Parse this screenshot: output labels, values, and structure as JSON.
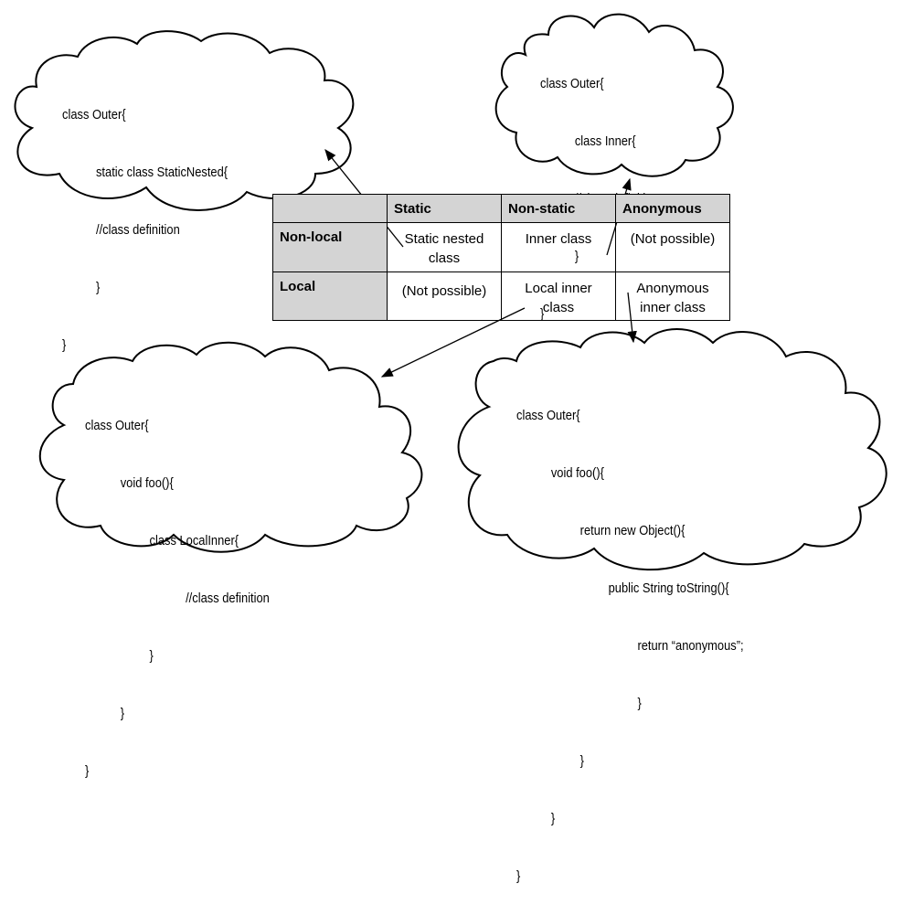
{
  "table": {
    "col_headers": [
      "Static",
      "Non-static",
      "Anonymous"
    ],
    "rows": [
      {
        "header": "Non-local",
        "cells": [
          "Static nested\nclass",
          "Inner class",
          "(Not possible)"
        ]
      },
      {
        "header": "Local",
        "cells": [
          "(Not possible)",
          "Local inner\nclass",
          "Anonymous\ninner class"
        ]
      }
    ]
  },
  "clouds": {
    "static_nested": {
      "lines": [
        "class Outer{",
        "static class StaticNested{",
        "//class definition",
        "}",
        "}"
      ]
    },
    "inner": {
      "lines": [
        "class Outer{",
        "class Inner{",
        "//class definition",
        "}",
        "}"
      ]
    },
    "local_inner": {
      "lines": [
        "class Outer{",
        "void foo(){",
        "class LocalInner{",
        "//class definition",
        "}",
        "}",
        "}"
      ]
    },
    "anonymous": {
      "lines": [
        "class Outer{",
        "void foo(){",
        "return new Object(){",
        "public String toString(){",
        "return “anonymous”;",
        "}",
        "}",
        "}",
        "}"
      ]
    }
  }
}
